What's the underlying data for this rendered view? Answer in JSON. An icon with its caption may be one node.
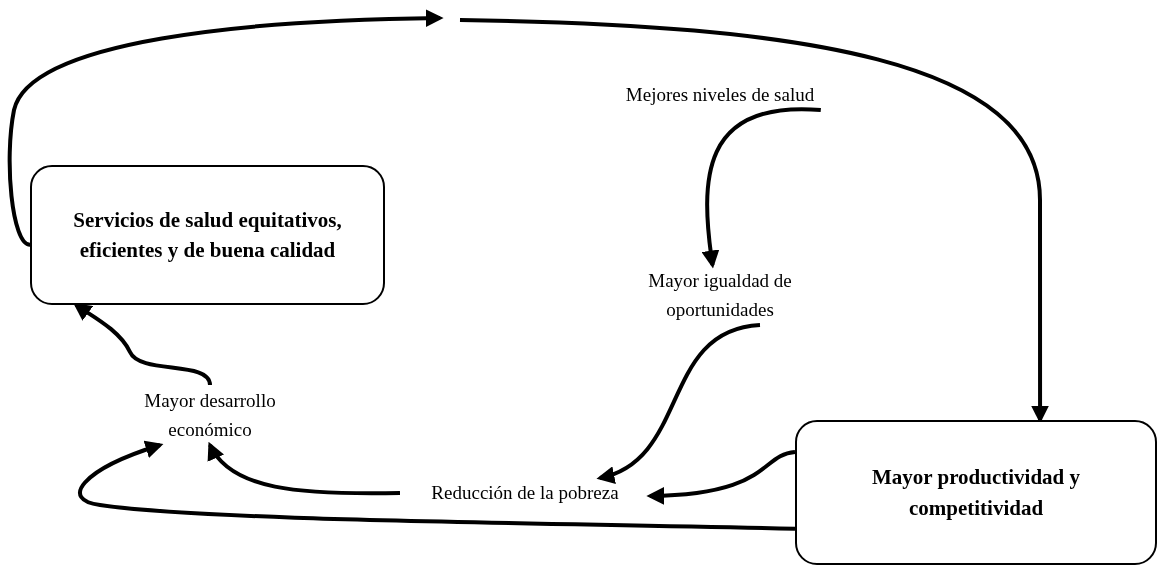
{
  "diagram": {
    "nodes": [
      {
        "text": [
          "Servicios de salud equitativos, eficientes y de buena calidad"
        ]
      },
      {
        "text": [
          "Mejores niveles de salud"
        ]
      },
      {
        "text": [
          "Mayor igualdad de oportunidades"
        ]
      },
      {
        "text": [
          "Mayor productividad y competitividad"
        ]
      },
      {
        "text": [
          "Reducción de la pobreza"
        ]
      },
      {
        "text": [
          "Mayor desarrollo económico"
        ]
      }
    ],
    "edges": [
      {
        "from": 0,
        "to": null,
        "arrow": "to"
      },
      {
        "from": null,
        "to": 3,
        "arrow": "to"
      },
      {
        "from": 1,
        "to": 2,
        "arrow": "to"
      },
      {
        "from": 2,
        "to": 4,
        "arrow": "to"
      },
      {
        "from": 3,
        "to": 4,
        "arrow": "to"
      },
      {
        "from": 3,
        "to": 5,
        "arrow": "to"
      },
      {
        "from": 4,
        "to": 5,
        "arrow": "to"
      },
      {
        "from": 5,
        "to": 0,
        "arrow": "to"
      }
    ]
  }
}
